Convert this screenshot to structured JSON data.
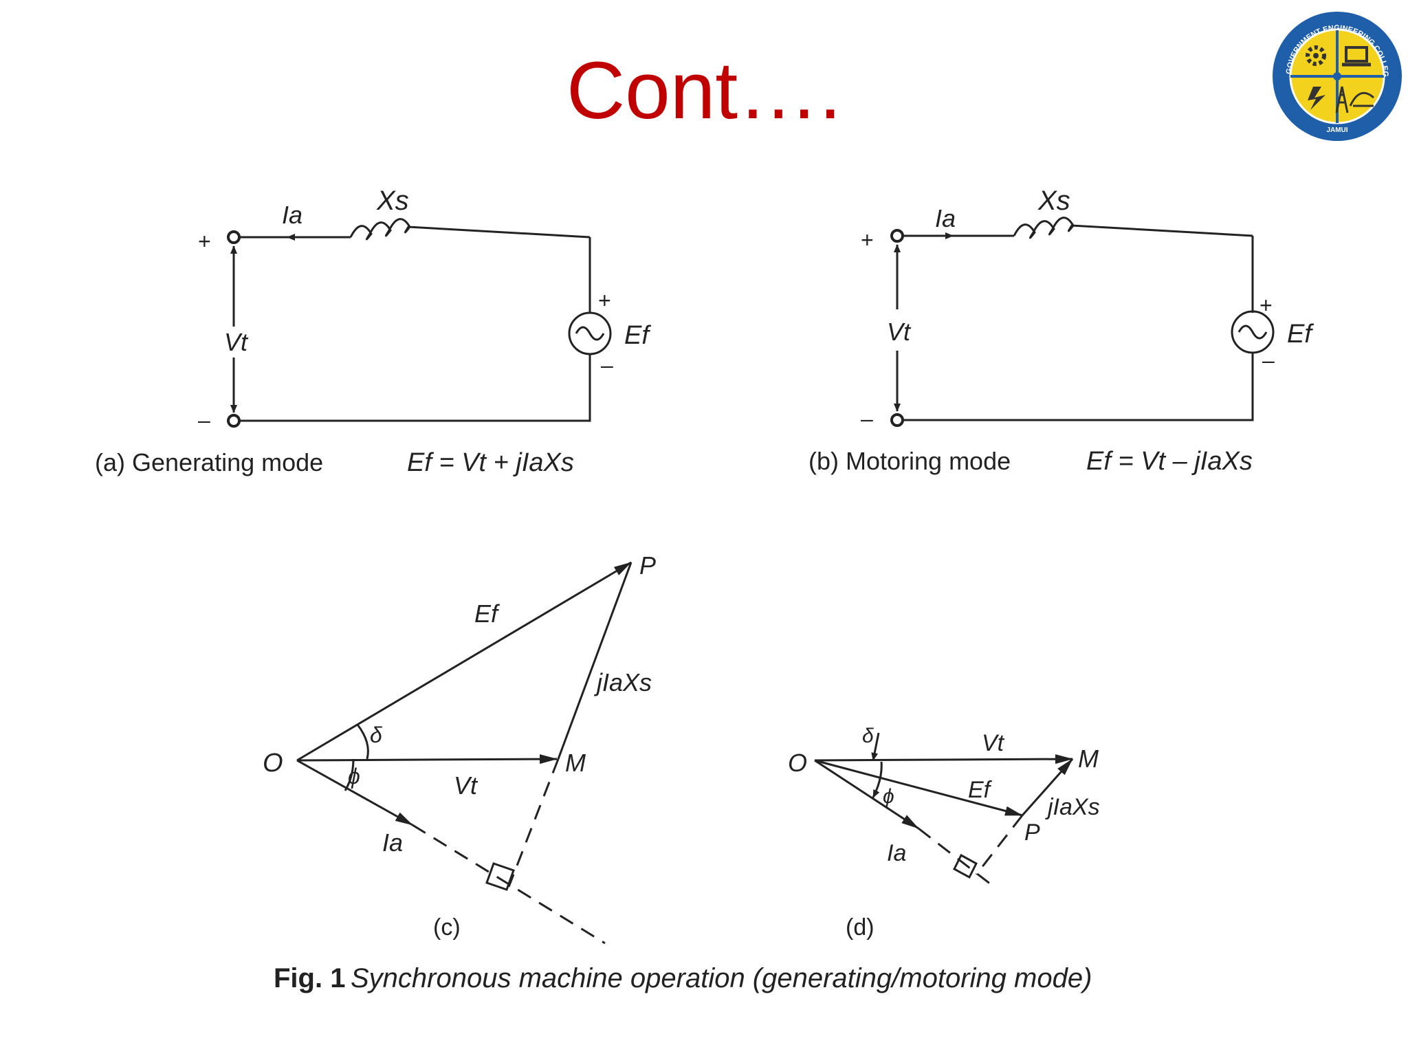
{
  "slide": {
    "title": "Cont…."
  },
  "logo": {
    "ring_text": "GOVERNMENT ENGINEERING COLLEGE",
    "bottom_text": "JAMUI",
    "ring_color": "#1f5faa",
    "inner_color": "#f2d21c"
  },
  "circuit_a": {
    "current": "Ia",
    "reactance": "Xs",
    "terminal_voltage": "Vt",
    "emf": "Ef",
    "plus": "+",
    "minus": "–",
    "caption_label": "(a) Generating mode",
    "caption_eq": "Ef = Vt + jIaXs"
  },
  "circuit_b": {
    "current": "Ia",
    "reactance": "Xs",
    "terminal_voltage": "Vt",
    "emf": "Ef",
    "plus": "+",
    "minus": "–",
    "caption_label": "(b) Motoring mode",
    "caption_eq": "Ef = Vt – jIaXs"
  },
  "phasor_c": {
    "origin": "O",
    "point_p": "P",
    "point_m": "M",
    "ef": "Ef",
    "drop": "jIaXs",
    "vt": "Vt",
    "ia": "Ia",
    "delta": "δ",
    "phi": "ϕ",
    "label": "(c)"
  },
  "phasor_d": {
    "origin": "O",
    "point_p": "P",
    "point_m": "M",
    "ef": "Ef",
    "drop": "jIaXs",
    "vt": "Vt",
    "ia": "Ia",
    "delta": "δ",
    "phi": "ϕ",
    "label": "(d)"
  },
  "caption": {
    "fig": "Fig. 1",
    "text": "Synchronous machine operation (generating/motoring mode)"
  }
}
